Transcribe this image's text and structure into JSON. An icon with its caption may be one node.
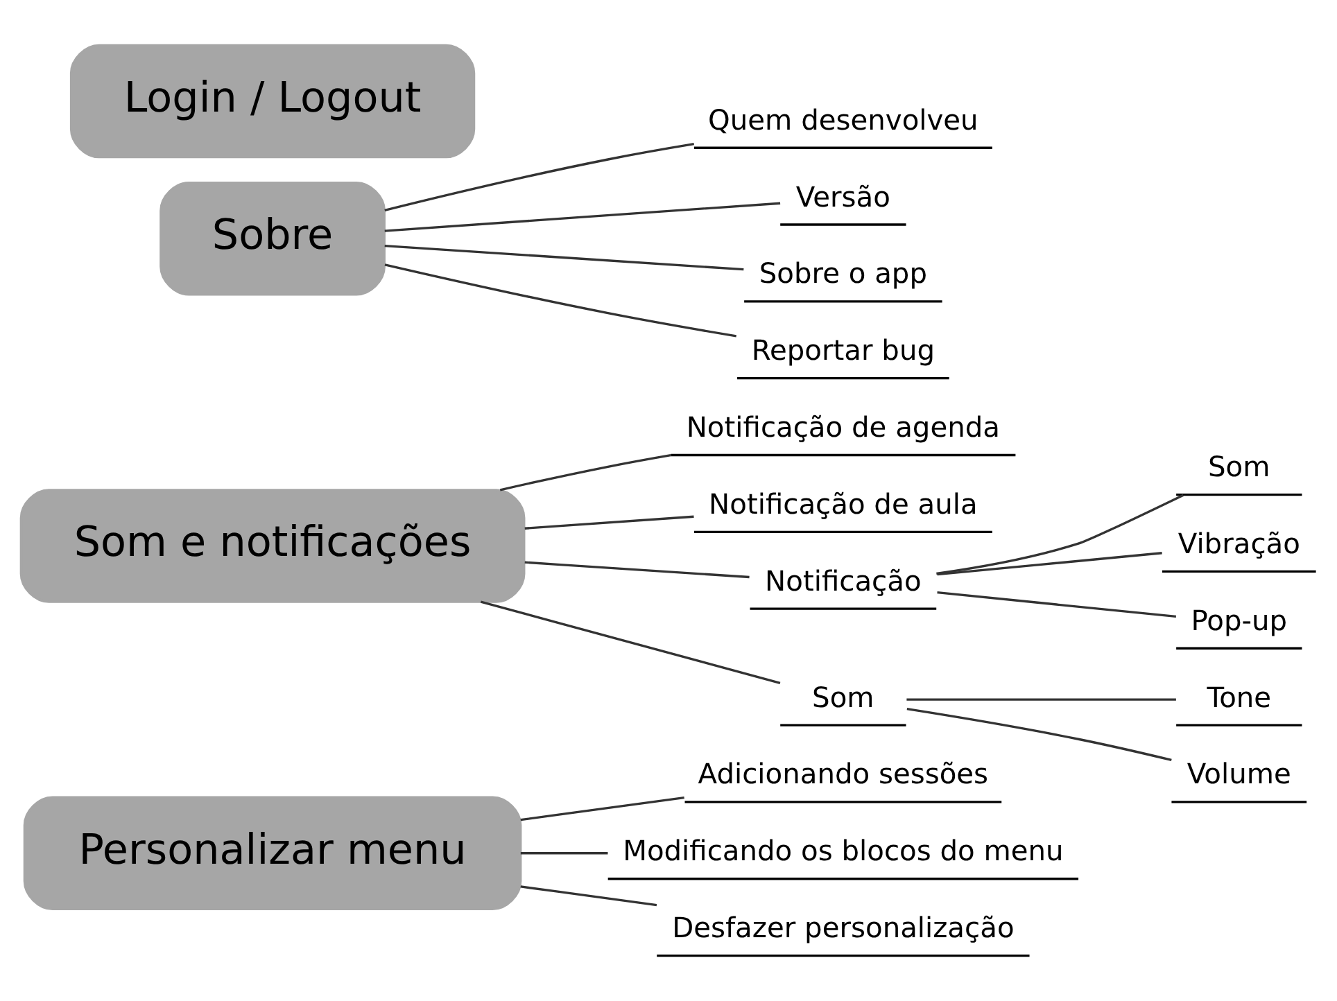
{
  "diagram": {
    "nodes": [
      {
        "text": [
          "Personalizar menu"
        ]
      },
      {
        "text": [
          "Adicionando sessões"
        ]
      },
      {
        "text": [
          "Modificando os blocos do menu"
        ]
      },
      {
        "text": [
          "Desfazer personalização"
        ]
      },
      {
        "text": [
          "Som e notificações"
        ]
      },
      {
        "text": [
          "Notificação de agenda"
        ]
      },
      {
        "text": [
          "Notificação de aula"
        ]
      },
      {
        "text": [
          "Notificação"
        ]
      },
      {
        "text": [
          "Som"
        ]
      },
      {
        "text": [
          "Vibração"
        ]
      },
      {
        "text": [
          "Pop-up"
        ]
      },
      {
        "text": [
          "Som"
        ]
      },
      {
        "text": [
          "Tone"
        ]
      },
      {
        "text": [
          "Volume"
        ]
      },
      {
        "text": [
          "Sobre"
        ]
      },
      {
        "text": [
          "Quem desenvolveu"
        ]
      },
      {
        "text": [
          "Versão"
        ]
      },
      {
        "text": [
          "Sobre o app"
        ]
      },
      {
        "text": [
          "Reportar bug"
        ]
      },
      {
        "text": [
          "Login / Logout"
        ]
      }
    ],
    "edges": [
      {
        "from": 0,
        "to": 1,
        "arrow": "none"
      },
      {
        "from": 0,
        "to": 2,
        "arrow": "none"
      },
      {
        "from": 0,
        "to": 3,
        "arrow": "none"
      },
      {
        "from": 4,
        "to": 5,
        "arrow": "none"
      },
      {
        "from": 4,
        "to": 6,
        "arrow": "none"
      },
      {
        "from": 4,
        "to": 7,
        "arrow": "none"
      },
      {
        "from": 7,
        "to": 8,
        "arrow": "none"
      },
      {
        "from": 7,
        "to": 9,
        "arrow": "none"
      },
      {
        "from": 7,
        "to": 10,
        "arrow": "none"
      },
      {
        "from": 4,
        "to": 11,
        "arrow": "none"
      },
      {
        "from": 11,
        "to": 12,
        "arrow": "none"
      },
      {
        "from": 11,
        "to": 13,
        "arrow": "none"
      },
      {
        "from": 14,
        "to": 15,
        "arrow": "none"
      },
      {
        "from": 14,
        "to": 16,
        "arrow": "none"
      },
      {
        "from": 14,
        "to": 17,
        "arrow": "none"
      },
      {
        "from": 14,
        "to": 18,
        "arrow": "none"
      }
    ]
  }
}
